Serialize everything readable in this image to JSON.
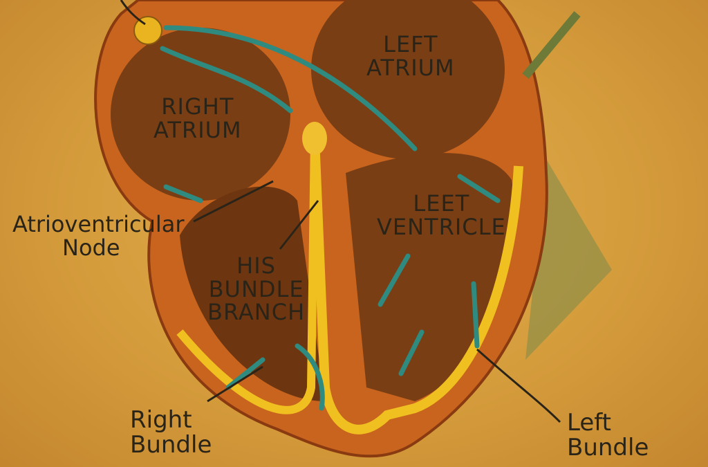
{
  "labels": {
    "left_atrium": [
      "LEFT",
      "ATRIUM"
    ],
    "right_atrium": [
      "RIGHT",
      "ATRIUM"
    ],
    "left_ventricle": [
      "LEET",
      "VENTRICLE"
    ],
    "his_bundle": [
      "HIS",
      "BUNDLE",
      "BRANCH"
    ],
    "av_node": [
      "Atrioventricular",
      "Node"
    ],
    "right_bundle": [
      "Right",
      "Bundle"
    ],
    "left_bundle": [
      "Left",
      "Bundle"
    ]
  },
  "colors": {
    "background": "#d9a343",
    "heart_wall": "#c8641e",
    "chamber": "#7a3e14",
    "conduction": "#f0c020",
    "arrow": "#2f8a80",
    "ink": "#2a2418"
  }
}
